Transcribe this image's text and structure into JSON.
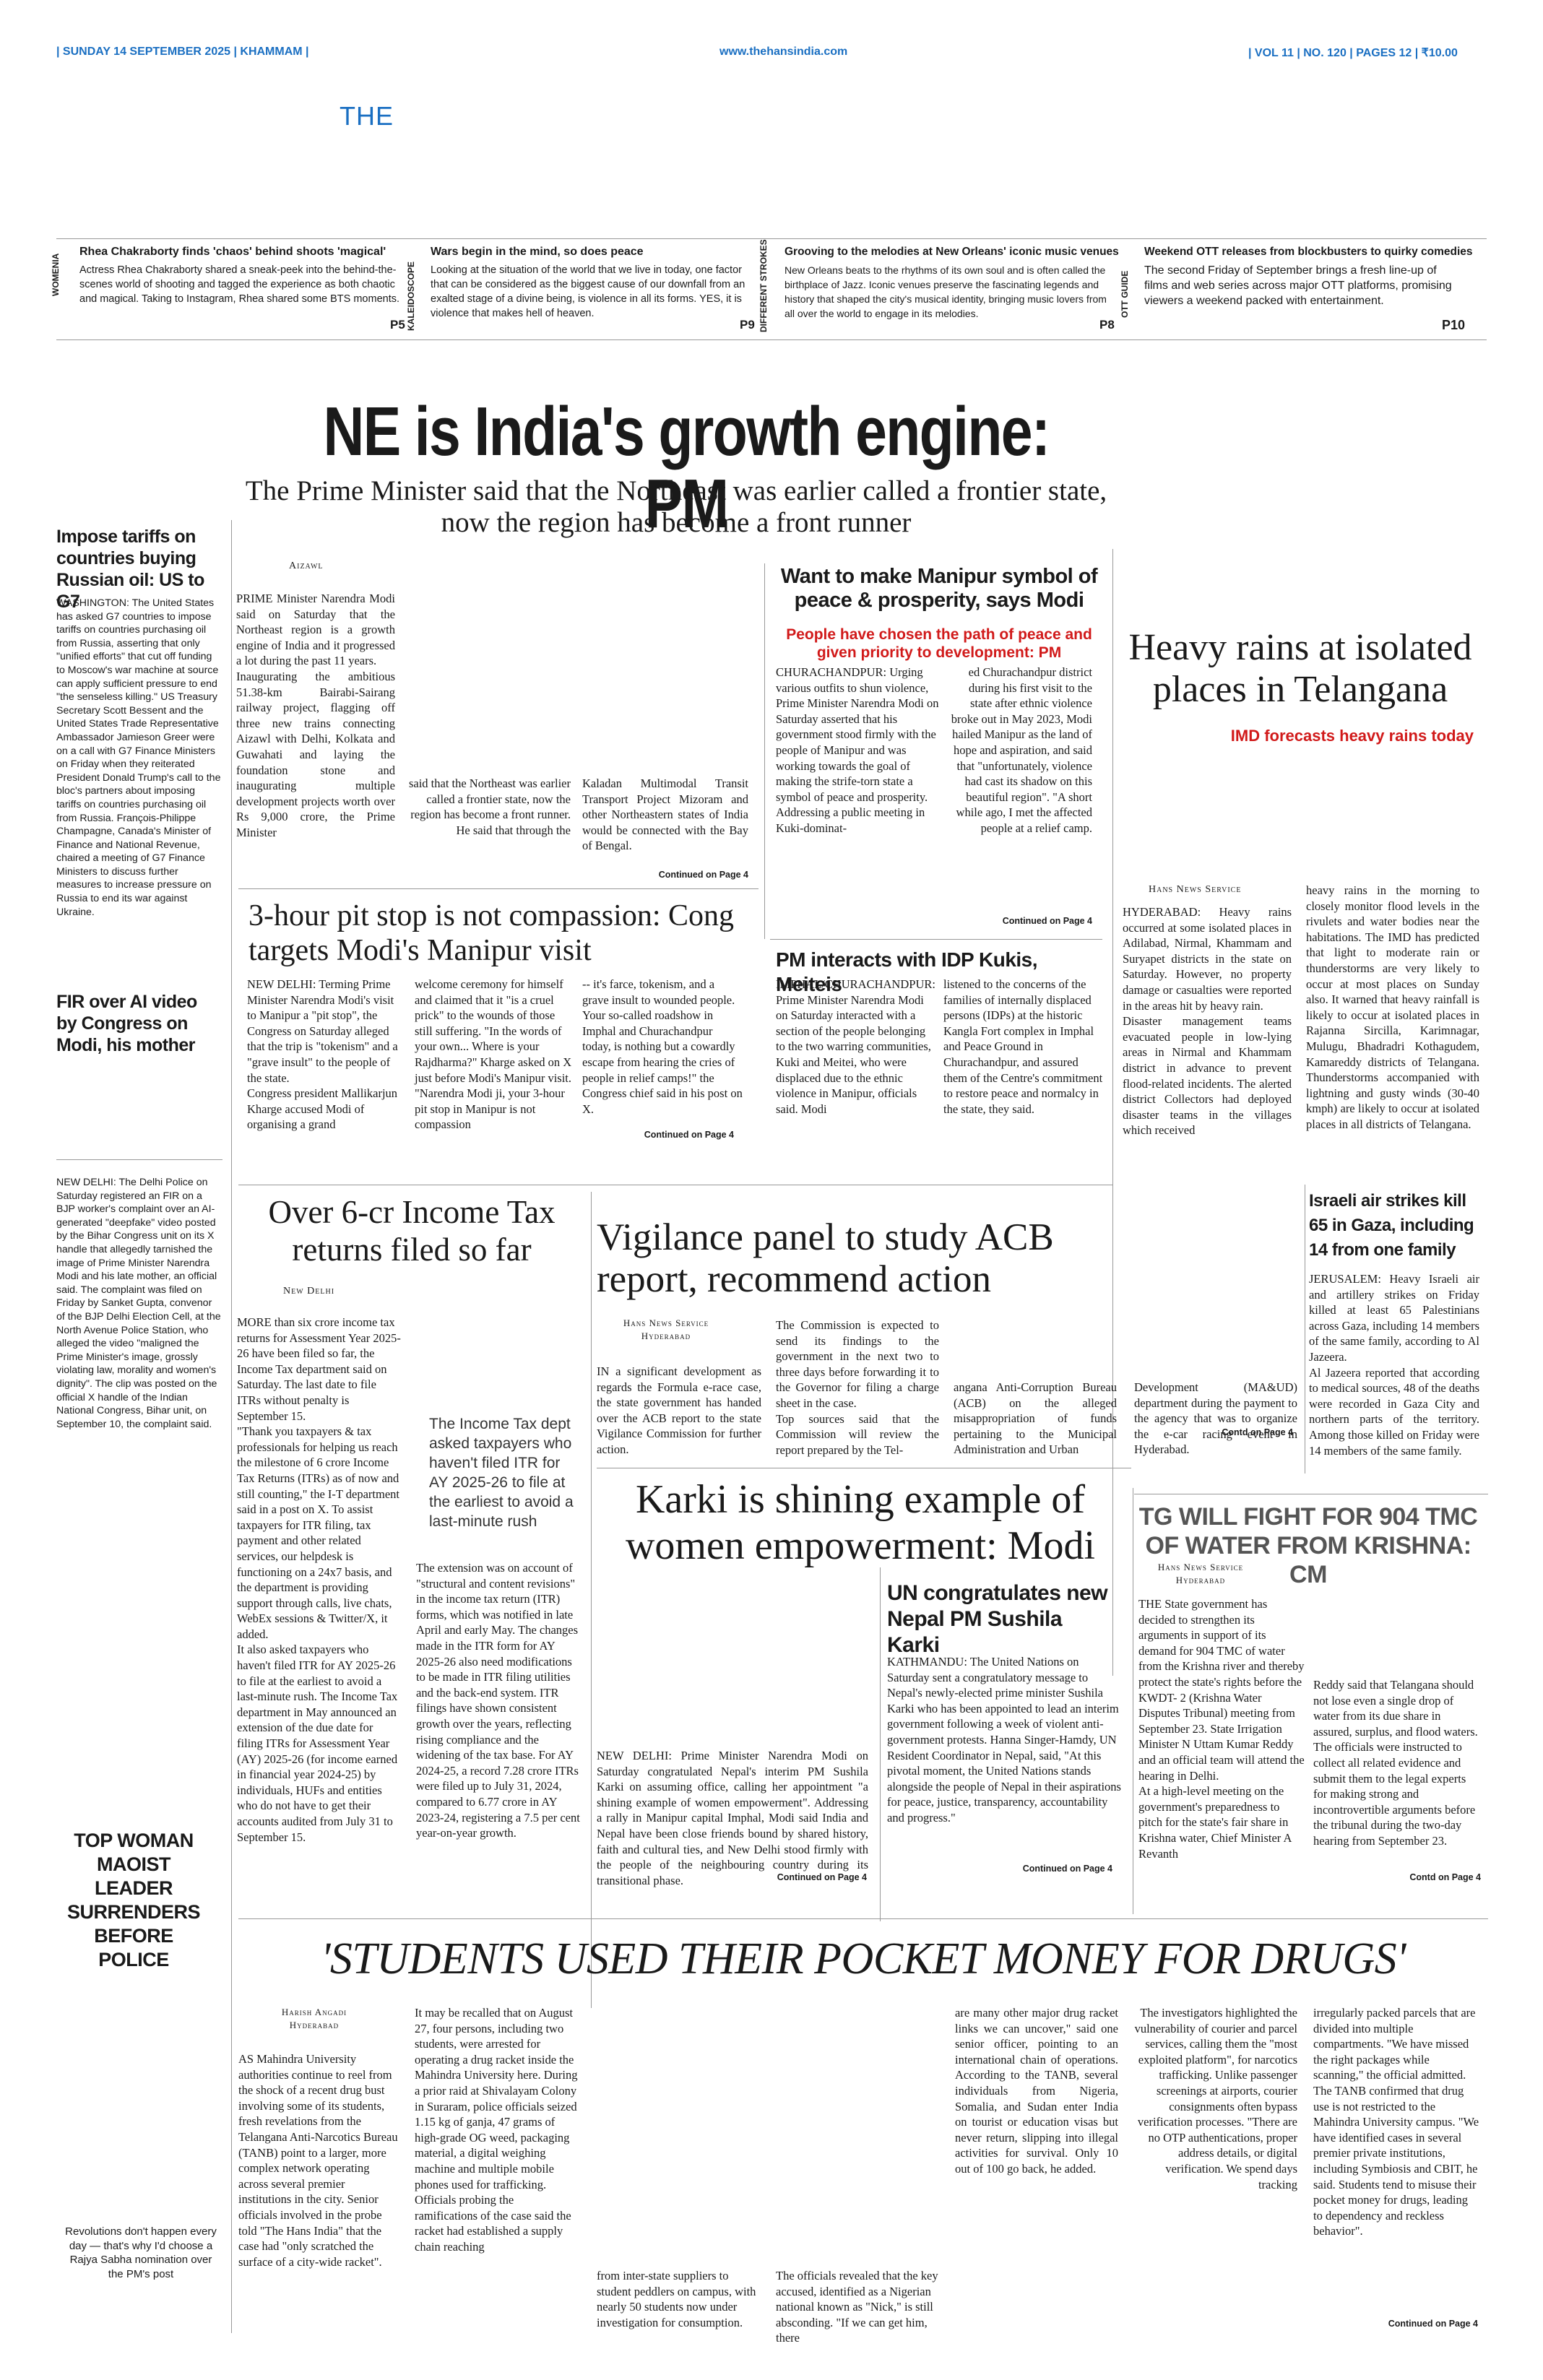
{
  "masthead": {
    "date_left": "| SUNDAY 14 SEPTEMBER 2025 | KHAMMAM |",
    "website": "www.thehansindia.com",
    "vol_right": "| VOL 11 | NO. 120 | PAGES 12 | ₹10.00",
    "logo_text": "THE"
  },
  "teasers": [
    {
      "vlabel": "WOMENIA",
      "title": "Rhea Chakraborty finds 'chaos' behind shoots 'magical'",
      "text": "Actress Rhea Chakraborty shared a sneak-peek into the behind-the-scenes world of shooting and tagged the experience as both chaotic and magical. Taking to Instagram, Rhea shared some BTS moments.",
      "page": "P5"
    },
    {
      "vlabel": "KALEIDOSCOPE",
      "title": "Wars begin in the mind, so does peace",
      "text": "Looking at the situation of the world that we live in today, one factor that can be considered as the biggest cause of our downfall from an exalted stage of a divine being, is violence in all its forms. YES, it is violence that makes hell of heaven.",
      "page": "P9"
    },
    {
      "vlabel": "DIFFERENT STROKES",
      "title": "Grooving to the melodies at New Orleans' iconic music venues",
      "text": "New Orleans beats to the rhythms of its own soul and is often called the birthplace of Jazz. Iconic venues preserve the fascinating legends and history that shaped the city's musical identity, bringing music lovers from all over the world to engage in its melodies.",
      "page": "P8"
    },
    {
      "vlabel": "OTT GUIDE",
      "title": "Weekend OTT releases from blockbusters to quirky comedies",
      "text": "The second Friday of September brings a fresh line-up of films and web series across major OTT platforms, promising viewers a weekend packed with entertainment.",
      "page": "P10"
    }
  ],
  "lead": {
    "headline": "NE is India's growth engine: PM",
    "deck": "The Prime Minister said that the Northeast was earlier called a frontier state, now the region has become a front runner",
    "dateline": "Aizawl",
    "col1": "PRIME Minister Narendra Modi said on Saturday that the Northeast region is a growth engine of India and it progressed a lot during the past 11 years.\n    Inaugurating the ambitious 51.38-km Bairabi-Sairang railway project, flagging off three new trains connecting Aizawl with Delhi, Kolkata and Guwahati and laying the foundation stone and inaugurating multiple development projects worth over Rs 9,000 crore, the Prime Minister",
    "col2": "said that the Northeast was earlier called a frontier state, now the region has become a front runner.\n    He said that through the",
    "col3": "Kaladan Multimodal Transit Transport Project Mizoram and other Northeastern states of India would be connected with the Bay of Bengal.",
    "continued": "Continued on Page 4"
  },
  "manipur": {
    "headline": "Want to make Manipur symbol of peace & prosperity, says Modi",
    "subhead": "People have chosen the path of peace and given priority to development: PM",
    "col1": "CHURACHANDPUR: Urging various outfits to shun violence, Prime Minister Narendra Modi on Saturday asserted that his government stood firmly with the people of Manipur and was working towards the goal of making the strife-torn state a symbol of peace and prosperity.\n    Addressing a public meeting in Kuki-dominat-",
    "col2": "ed Churachandpur district during his first visit to the state after ethnic violence broke out in May 2023, Modi hailed Manipur as the land of hope and aspiration, and said that \"unfortunately, violence had cast its shadow on this beautiful region\". \"A short while ago, I met the affected people at a relief camp.",
    "continued": "Continued on Page 4"
  },
  "idp": {
    "headline": "PM interacts with IDP Kukis, Meiteis",
    "col1": "IMPHAL/CHURACHANDPUR: Prime Minister Narendra Modi on Saturday interacted with a section of the people belonging to the two warring communities, Kuki and Meitei, who were displaced due to the ethnic violence in Manipur, officials said. Modi",
    "col2": "listened to the concerns of the families of internally displaced persons (IDPs) at the historic Kangla Fort complex in Imphal and Peace Ground in Churachandpur, and assured them of the Centre's commitment to restore peace and normalcy in the state, they said."
  },
  "left_col": {
    "tariff_head": "Impose tariffs on countries buying Russian oil: US to G7",
    "tariff_text": "WASHINGTON: The United States has asked G7 countries to impose tariffs on countries purchasing oil from Russia, asserting that only \"unified efforts\" that cut off funding to Moscow's war machine at source can apply sufficient pressure to end \"the senseless killing.\" US Treasury Secretary Scott Bessent and the United States Trade Representative Ambassador Jamieson Greer were on a call with G7 Finance Ministers on Friday when they reiterated President Donald Trump's call to the bloc's partners about imposing tariffs on countries purchasing oil from Russia. François-Philippe Champagne, Canada's Minister of Finance and National Revenue, chaired a meeting of G7 Finance Ministers to discuss further measures to increase pressure on Russia to end its war against Ukraine.",
    "fir_head": "FIR over AI video by Congress on Modi, his mother",
    "fir_text": "NEW DELHI: The Delhi Police on Saturday registered an FIR on a BJP worker's complaint over an AI-generated \"deepfake\" video posted by the Bihar Congress unit on its X handle that allegedly tarnished the image of Prime Minister Narendra Modi and his late mother, an official said. The complaint was filed on Friday by Sanket Gupta, convenor of the BJP Delhi Election Cell, at the North Avenue Police Station, who alleged the video \"maligned the Prime Minister's image, grossly violating law, morality and women's dignity\". The clip was posted on the official X handle of the Indian National Congress, Bihar unit, on September 10, the complaint said.",
    "maoist_head": "TOP WOMAN MAOIST LEADER SURRENDERS BEFORE POLICE",
    "rajya_text": "Revolutions don't happen every day — that's why I'd choose a Rajya Sabha nomination over the PM's post"
  },
  "pitstop": {
    "headline": "3-hour pit stop is not compassion: Cong targets Modi's Manipur visit",
    "col1": "NEW DELHI: Terming Prime Minister Narendra Modi's visit to Manipur a \"pit stop\", the Congress on Saturday alleged that the trip is \"tokenism\" and a \"grave insult\" to the people of the state.\n    Congress president Mallikarjun Kharge accused Modi of organising a grand",
    "col2": "welcome ceremony for himself and claimed that it \"is a cruel prick\" to the wounds of those still suffering. \"In the words of your own... Where is your Rajdharma?\" Kharge asked on X just before Modi's Manipur visit. \"Narendra Modi ji, your 3-hour pit stop in Manipur is not compassion",
    "col3": "-- it's farce, tokenism, and a grave insult to wounded people. Your so-called roadshow in Imphal and Churachandpur today, is nothing but a cowardly escape from hearing the cries of people in relief camps!\" the Congress chief said in his post on X.",
    "continued": "Continued on Page 4"
  },
  "rains": {
    "headline": "Heavy rains at isolated places in Telangana",
    "subhead": "IMD forecasts heavy rains today",
    "byline": "Hans News Service",
    "col1": "HYDERABAD: Heavy rains occurred at some isolated places in Adilabad, Nirmal, Khammam and Suryapet districts in the state on Saturday. However, no property damage or casualties were reported in the areas hit by heavy rain.\n    Disaster management teams evacuated people in low-lying areas in Nirmal and Khammam district in advance to prevent flood-related incidents. The alerted district Collectors had deployed disaster teams in the villages which received",
    "col2": "heavy rains in the morning to closely monitor flood levels in the rivulets and water bodies near the habitations. The IMD has predicted that light to moderate rain or thunderstorms are very likely to occur at most places on Sunday also. It warned that heavy rainfall is likely to occur at isolated places in Rajanna Sircilla, Karimnagar, Mulugu, Bhadradri Kothagudem, Kamareddy districts of Telangana. Thunderstorms accompanied with lightning and gusty winds (30-40 kmph) are likely to occur at isolated places in all districts of Telangana."
  },
  "income_tax": {
    "headline": "Over 6-cr Income Tax returns filed so far",
    "dateline": "New Delhi",
    "col1": "MORE than six crore income tax returns for Assessment Year 2025-26 have been filed so far, the Income Tax department said on Saturday. The last date to file ITRs without penalty is September 15.\n    \"Thank you taxpayers & tax professionals for helping us reach the milestone of 6 crore Income Tax Returns (ITRs) as of now and still counting,\" the I-T department said in a post on X. To assist taxpayers for ITR filing, tax payment and other related services, our helpdesk is functioning on a 24x7 basis, and the department is providing support through calls, live chats, WebEx sessions & Twitter/X, it added.\n    It also asked taxpayers who haven't filed ITR for AY 2025-26 to file at the earliest to avoid a last-minute rush. The Income Tax department in May announced an extension of the due date for filing ITRs for Assessment Year (AY) 2025-26 (for income earned in financial year 2024-25) by individuals, HUFs and entities who do not have to get their accounts audited from July 31 to September 15.",
    "pullquote": "The Income Tax dept asked taxpayers who haven't filed ITR for AY 2025-26 to file at the earliest to avoid a last-minute rush",
    "col2": "The extension was on account of \"structural and content revisions\" in the income tax return (ITR) forms, which was notified in late April and early May. The changes made in the ITR form for AY 2025-26 also need modifications to be made in ITR filing utilities and the back-end system. ITR filings have shown consistent growth over the years, reflecting rising compliance and the widening of the tax base. For AY 2024-25, a record 7.28 crore ITRs were filed up to July 31, 2024, compared to 6.77 crore in AY 2023-24, registering a 7.5 per cent year-on-year growth."
  },
  "vigilance": {
    "headline": "Vigilance panel to study ACB report, recommend action",
    "byline1": "Hans News Service",
    "byline2": "Hyderabad",
    "col1": "IN a significant development as regards the Formula e-race case, the state government has handed over the ACB report to the state Vigilance Commission for further action.",
    "col2": "The Commission is expected to send its findings to the government in the next two to three days before forwarding it to the Governor for filing a charge sheet in the case.\n    Top sources said that the Commission will review the report prepared by the Tel-",
    "col3": "angana Anti-Corruption Bureau (ACB) on the alleged misappropriation of funds pertaining to the Municipal Administration and Urban",
    "col4": "Development (MA&UD) department during the payment to the agency that was to organize the e-car racing event in Hyderabad.",
    "continued": "Contd on Page 4"
  },
  "israel": {
    "headline": "Israeli air strikes kill 65 in Gaza, including 14 from one family",
    "text": "JERUSALEM: Heavy Israeli air and artillery strikes on Friday killed at least 65 Palestinians across Gaza, including 14 members of the same family, according to Al Jazeera.\n    Al Jazeera reported that according to medical sources, 48 of the deaths were recorded in Gaza City and northern parts of the territory. Among those killed on Friday were 14 members of the same family."
  },
  "karki": {
    "headline": "Karki is shining example of women empowerment: Modi",
    "text": "NEW DELHI: Prime Minister Narendra Modi on Saturday congratulated Nepal's interim PM Sushila Karki on assuming office, calling her appointment \"a shining example of women empowerment\". Addressing a rally in Manipur capital Imphal, Modi said India and Nepal have been close friends bound by shared history, faith and cultural ties, and New Delhi stood firmly with the people of the neighbouring country during its transitional phase.",
    "continued": "Continued on Page 4"
  },
  "un": {
    "headline": "UN congratulates new Nepal PM Sushila Karki",
    "text": "KATHMANDU: The United Nations on Saturday sent a congratulatory message to Nepal's newly-elected prime minister Sushila Karki who has been appointed to lead an interim government following a week of violent anti-government protests. Hanna Singer-Hamdy, UN Resident Coordinator in Nepal, said, \"At this pivotal moment, the United Nations stands alongside the people of Nepal in their aspirations for peace, justice, transparency, accountability and progress.\"",
    "continued": "Continued on Page 4"
  },
  "krishna": {
    "headline": "TG WILL FIGHT FOR 904 TMC OF WATER FROM KRISHNA: CM",
    "byline1": "Hans News Service",
    "byline2": "Hyderabad",
    "col1": "THE State government has decided to strengthen its arguments in support of its demand for 904 TMC of water from the Krishna river and thereby protect the state's rights before the KWDT- 2 (Krishna Water Disputes Tribunal) meeting from September 23. State Irrigation Minister N Uttam Kumar Reddy and an official team will attend the hearing in Delhi.\n    At a high-level meeting on the government's preparedness to pitch for the state's fair share in Krishna water, Chief Minister A Revanth",
    "col2": "Reddy said that Telangana should not lose even a single drop of water from its due share in assured, surplus, and flood waters. The officials were instructed to collect all related evidence and submit them to the legal experts for making strong and incontrovertible arguments before the tribunal during the two-day hearing from September 23.",
    "continued": "Contd on Page 4"
  },
  "drugs": {
    "headline": "'STUDENTS USED THEIR POCKET MONEY FOR DRUGS'",
    "byline1": "Harish Angadi",
    "byline2": "Hyderabad",
    "col1": "AS Mahindra University authorities continue to reel from the shock of a recent drug bust involving some of its students, fresh revelations from the Telangana Anti-Narcotics Bureau (TANB) point to a larger, more complex network operating across several premier institutions in the city. Senior officials involved in the probe told \"The Hans India\" that the case had \"only scratched the surface of a city-wide racket\".",
    "col2": "It may be recalled that on August 27, four persons, including two students, were arrested for operating a drug racket inside the Mahindra University here. During a prior raid at Shivalayam Colony in Suraram, police officials seized 1.15 kg of ganja, 47 grams of high-grade OG weed, packaging material, a digital weighing machine and multiple mobile phones used for trafficking.\n    Officials probing the ramifications of the case said the racket had established a supply chain reaching",
    "col3": "from inter-state suppliers to student peddlers on campus, with nearly 50 students now under investigation for consumption.",
    "col4": "The officials revealed that the key accused, identified as a Nigerian national known as \"Nick,\" is still absconding. \"If we can get him, there",
    "col5": "are many other major drug racket links we can uncover,\" said one senior officer, pointing to an international chain of operations. According to the TANB, several individuals from Nigeria, Somalia, and Sudan enter India on tourist or education visas but never return, slipping into illegal activities for survival. Only 10 out of 100 go back, he added.",
    "col6": "The investigators highlighted the vulnerability of courier and parcel services, calling them the \"most exploited platform\", for narcotics trafficking. Unlike passenger screenings at airports, courier consignments often bypass verification processes. \"There are no OTP authentications, proper address details, or digital verification. We spend days tracking",
    "col7": "irregularly packed parcels that are divided into multiple compartments. \"We have missed the right packages while scanning,\" the official admitted.\n    The TANB confirmed that drug use is not restricted to the Mahindra University campus. \"We have identified cases in several premier private institutions, including Symbiosis and CBIT, he said. Students tend to misuse their pocket money for drugs, leading to dependency and reckless behavior\".",
    "continued": "Continued on Page 4"
  },
  "colors": {
    "accent_red": "#d11a1a",
    "logo_blue": "#1a6fc2",
    "rule_gray": "#999999"
  }
}
